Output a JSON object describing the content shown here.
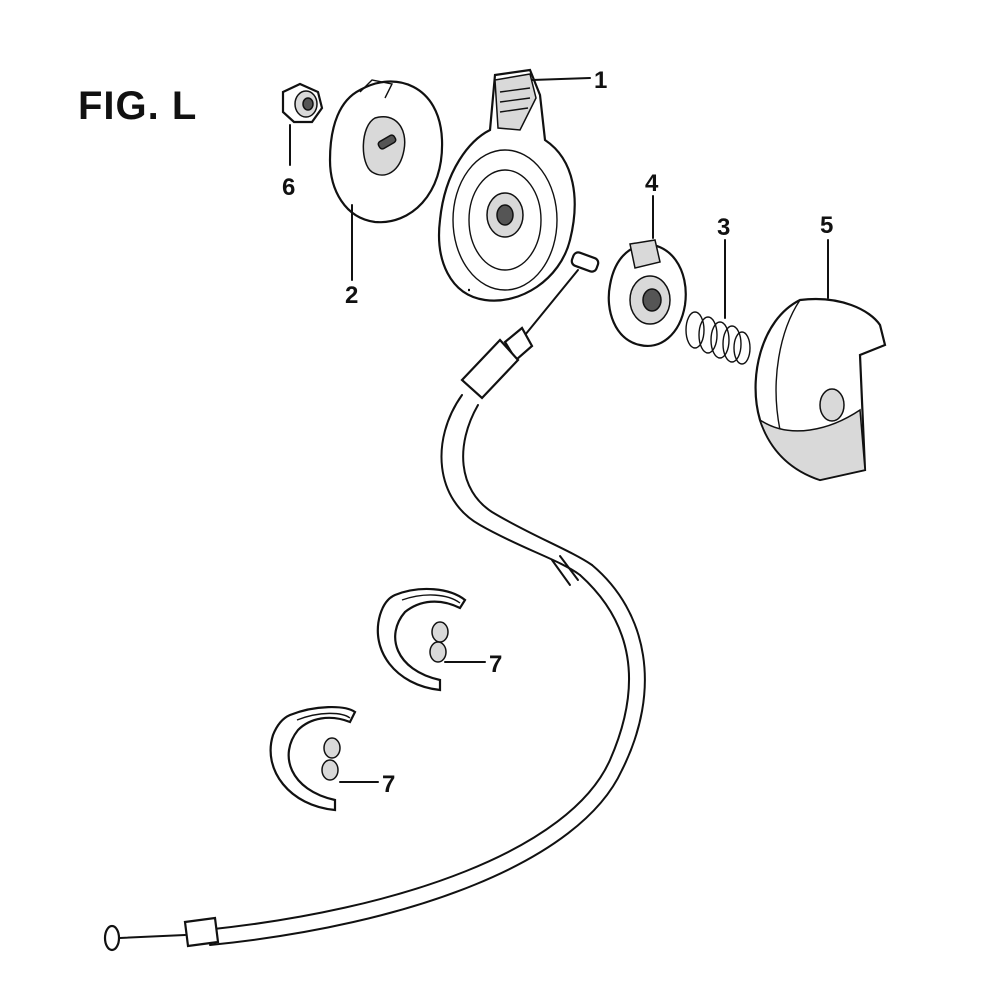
{
  "figure": {
    "title": "FIG. L"
  },
  "callouts": [
    {
      "id": "1",
      "label": "1"
    },
    {
      "id": "2",
      "label": "2"
    },
    {
      "id": "3",
      "label": "3"
    },
    {
      "id": "4",
      "label": "4"
    },
    {
      "id": "5",
      "label": "5"
    },
    {
      "id": "6",
      "label": "6"
    },
    {
      "id": "7a",
      "label": "7"
    },
    {
      "id": "7b",
      "label": "7"
    }
  ]
}
